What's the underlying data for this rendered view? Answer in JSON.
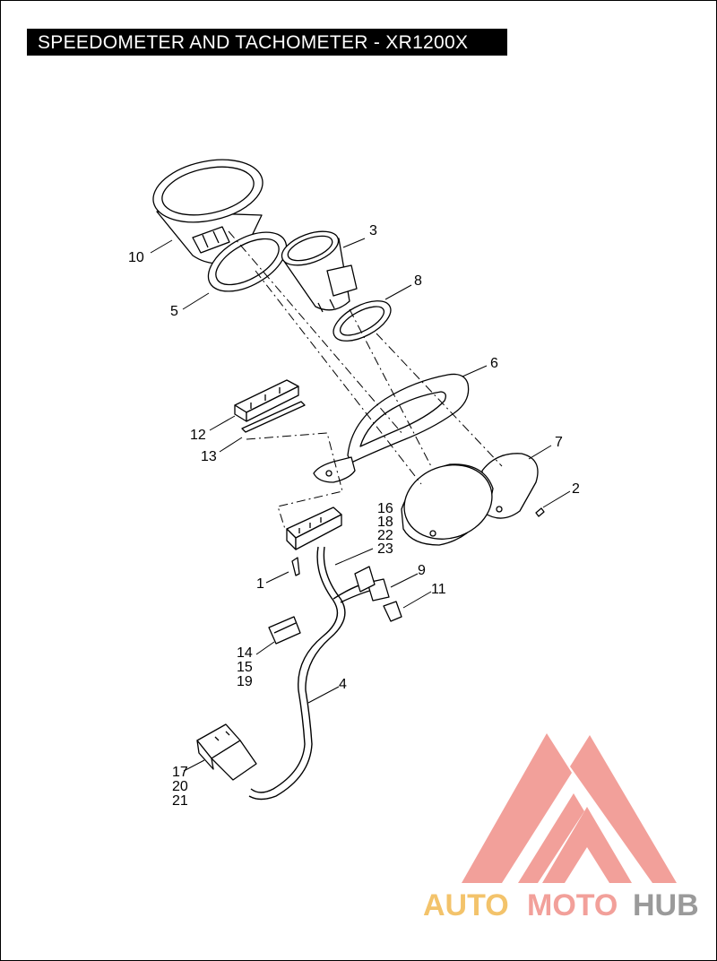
{
  "title": "SPEEDOMETER AND TACHOMETER - XR1200X",
  "callouts": {
    "c1": "1",
    "c2": "2",
    "c3": "3",
    "c4": "4",
    "c5": "5",
    "c6": "6",
    "c7": "7",
    "c8": "8",
    "c9": "9",
    "c10": "10",
    "c11": "11",
    "c12": "12",
    "c13": "13",
    "c14": "14",
    "c15": "15",
    "c16": "16",
    "c17": "17",
    "c18": "18",
    "c19": "19",
    "c20": "20",
    "c21": "21",
    "c22": "22",
    "c23": "23"
  },
  "watermark": {
    "part1": "AUTO",
    "part2": "MOTO",
    "part3": "HUB",
    "colors": {
      "auto": "#f3c36b",
      "moto": "#f2a09a",
      "hub": "#9a9a9a",
      "triangle": "#f2a09a"
    }
  }
}
